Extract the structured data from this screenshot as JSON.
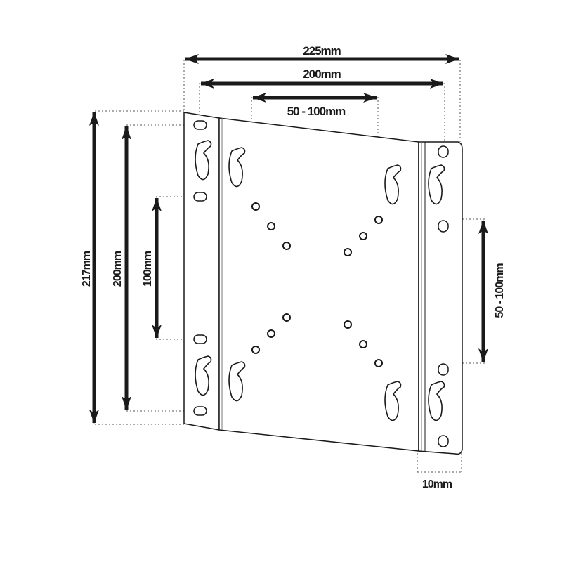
{
  "diagram": {
    "subject": "VESA wall mount bracket plate",
    "dimensions": {
      "overall_width": "225mm",
      "rail_width": "200mm",
      "vesa_horizontal": "50 - 100mm",
      "overall_height": "217mm",
      "rail_height": "200mm",
      "slot_height": "100mm",
      "vesa_vertical": "50 - 100mm",
      "rail_depth": "10mm"
    },
    "colors": {
      "line": "#1a1a1a",
      "guide": "#555555",
      "background": "#ffffff"
    }
  }
}
